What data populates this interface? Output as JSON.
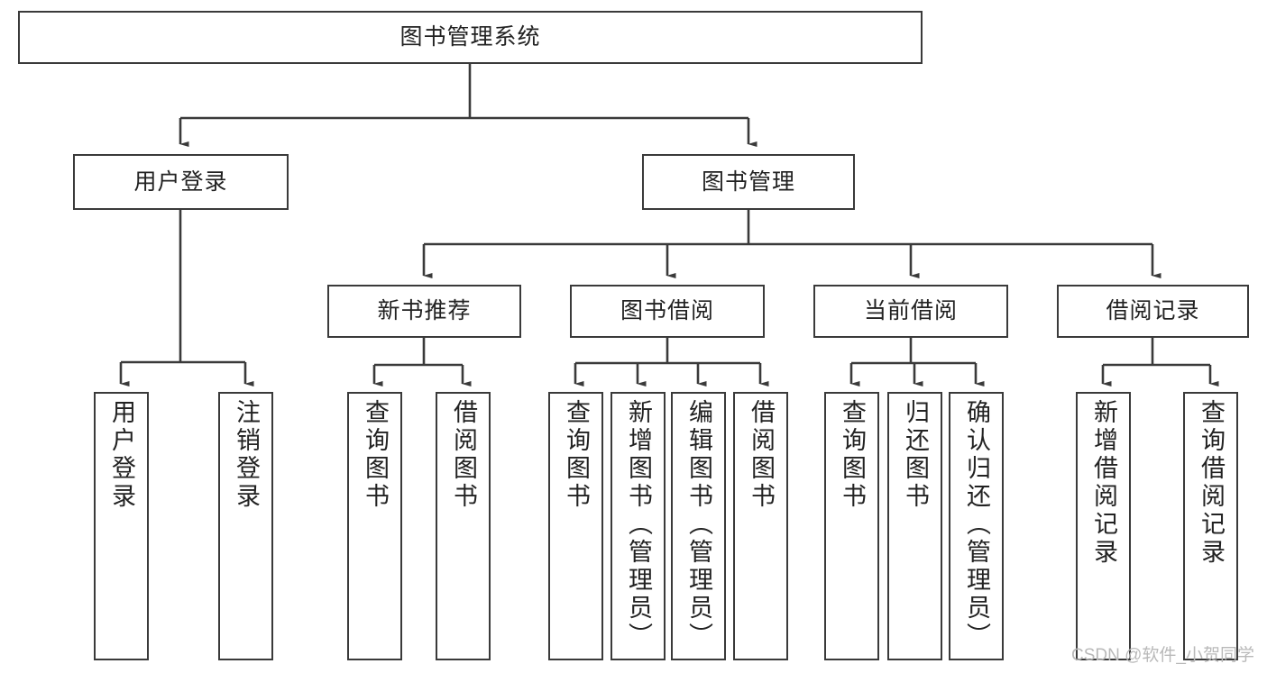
{
  "diagram": {
    "title": "图书管理系统",
    "type": "hierarchy-tree",
    "colors": {
      "box_border": "#3a3a3a",
      "box_fill": "#ffffff",
      "connector": "#3a3a3a",
      "text": "#222222",
      "watermark": "#b9b9b9"
    },
    "levels": {
      "root": {
        "label": "图书管理系统"
      },
      "level2": [
        {
          "id": "user-login",
          "label": "用户登录"
        },
        {
          "id": "book-manage",
          "label": "图书管理"
        }
      ],
      "level3": [
        {
          "id": "new-book-recommend",
          "label": "新书推荐",
          "parent": "book-manage"
        },
        {
          "id": "book-borrow",
          "label": "图书借阅",
          "parent": "book-manage"
        },
        {
          "id": "current-borrow",
          "label": "当前借阅",
          "parent": "book-manage"
        },
        {
          "id": "borrow-record",
          "label": "借阅记录",
          "parent": "book-manage"
        }
      ],
      "leaves": [
        {
          "id": "leaf-user-login",
          "label": "用户登录",
          "parent": "user-login"
        },
        {
          "id": "leaf-logout-login",
          "label": "注销登录",
          "parent": "user-login"
        },
        {
          "id": "leaf-query-book-1",
          "label": "查询图书",
          "parent": "new-book-recommend"
        },
        {
          "id": "leaf-borrow-book-1",
          "label": "借阅图书",
          "parent": "new-book-recommend"
        },
        {
          "id": "leaf-query-book-2",
          "label": "查询图书",
          "parent": "book-borrow"
        },
        {
          "id": "leaf-add-book",
          "label": "新增图书（管理员）",
          "parent": "book-borrow"
        },
        {
          "id": "leaf-edit-book",
          "label": "编辑图书（管理员）",
          "parent": "book-borrow"
        },
        {
          "id": "leaf-borrow-book-2",
          "label": "借阅图书",
          "parent": "book-borrow"
        },
        {
          "id": "leaf-query-book-3",
          "label": "查询图书",
          "parent": "current-borrow"
        },
        {
          "id": "leaf-return-book",
          "label": "归还图书",
          "parent": "current-borrow"
        },
        {
          "id": "leaf-confirm-return",
          "label": "确认归还（管理员）",
          "parent": "current-borrow"
        },
        {
          "id": "leaf-add-record",
          "label": "新增借阅记录",
          "parent": "borrow-record"
        },
        {
          "id": "leaf-query-record",
          "label": "查询借阅记录",
          "parent": "borrow-record"
        }
      ]
    },
    "watermark": "CSDN @软件_小贺同学"
  }
}
